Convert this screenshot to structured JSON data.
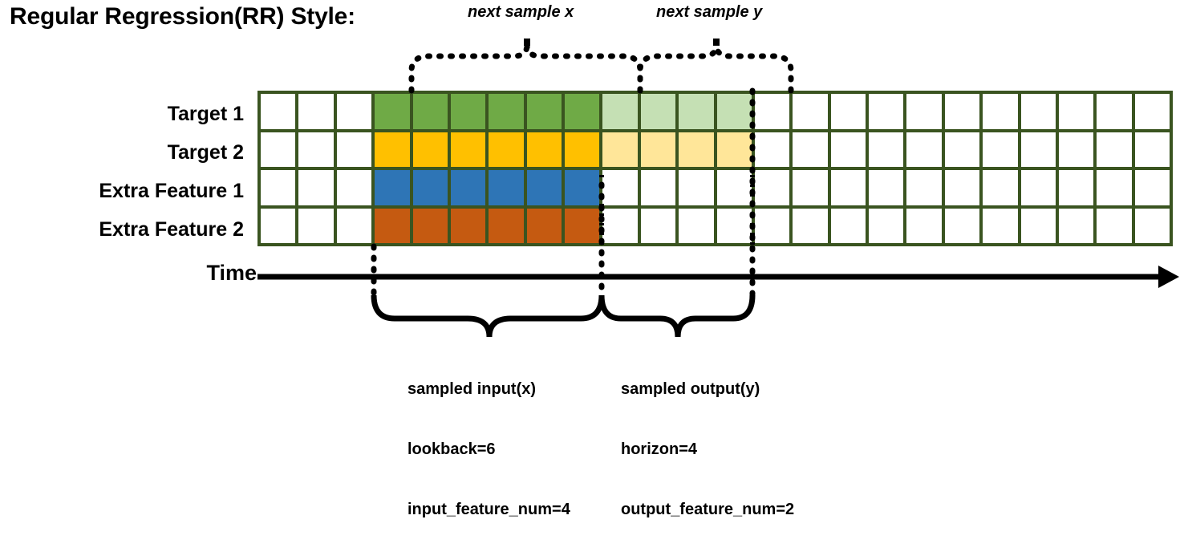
{
  "title": "Regular Regression(RR) Style:",
  "top_annotations": {
    "next_x": "next sample x",
    "next_y": "next sample y"
  },
  "rows": [
    {
      "label": "Target 1",
      "fill_main": "#6FAA46",
      "fill_light": "#C5E0B4"
    },
    {
      "label": "Target 2",
      "fill_main": "#FFC000",
      "fill_light": "#FFE699"
    },
    {
      "label": "Extra Feature 1",
      "fill_main": "#2E75B6",
      "fill_light": null
    },
    {
      "label": "Extra Feature 2",
      "fill_main": "#C55A11",
      "fill_light": null
    }
  ],
  "grid": {
    "total_columns": 24,
    "leading_blank_columns": 3,
    "lookback_columns": 6,
    "horizon_columns": 4,
    "trailing_blank_columns": 11,
    "border_color": "#3A5420",
    "empty_cell_color": "#FFFFFF"
  },
  "time_axis": {
    "label": "Time"
  },
  "captions": {
    "input": {
      "line1": "sampled input(x)",
      "line2": "lookback=6",
      "line3": "input_feature_num=4"
    },
    "output": {
      "line1": "sampled output(y)",
      "line2": "horizon=4",
      "line3": "output_feature_num=2"
    }
  }
}
